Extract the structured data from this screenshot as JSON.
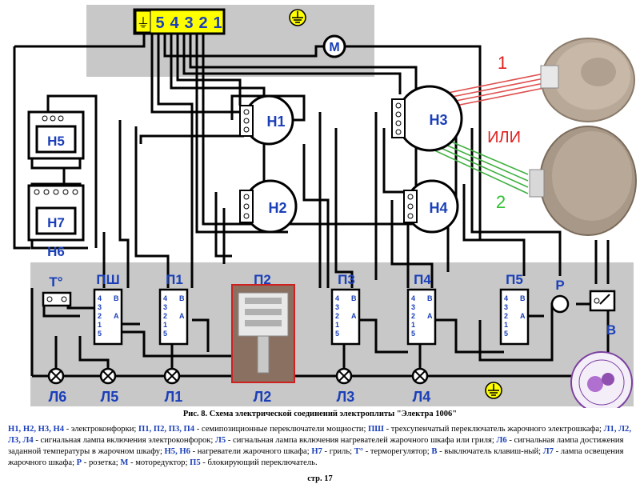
{
  "terminal_block": [
    "⏚",
    "5",
    "4",
    "3",
    "2",
    "1"
  ],
  "motor": "M",
  "burners": {
    "h1": "Н1",
    "h2": "Н2",
    "h3": "Н3",
    "h4": "Н4"
  },
  "oven": {
    "h5": "Н5",
    "h7": "Н7",
    "h6": "Н6"
  },
  "thermostat": "Т°",
  "switches": {
    "psh": "ПШ",
    "p1": "П1",
    "p2": "П2",
    "p3": "П3",
    "p4": "П4",
    "p5": "П5"
  },
  "contacts": {
    "four": "4",
    "three": "3",
    "two": "2",
    "one": "1",
    "five": "5",
    "b": "В",
    "a": "А"
  },
  "socket": "Р",
  "key_switch": "В",
  "lamps": {
    "l6": "Л6",
    "l5": "Л5",
    "l1": "Л1",
    "l2": "Л2",
    "l3": "Л3",
    "l4": "Л4"
  },
  "variant_1": "1",
  "variant_2": "2",
  "or_label": "ИЛИ",
  "caption": "Рис. 8. Схема электрической соединений электроплиты \"Электра 1006\"",
  "legend": [
    {
      "key": "Н1, Н2, Н3, Н4",
      "text": " - электроконфорки; "
    },
    {
      "key": "П1, П2, П3, П4",
      "text": " - семипозиционные переключатели мощности; "
    },
    {
      "key": "ПШ",
      "text": " - трехсупенчатый переключатель жарочного электрошкафа; "
    },
    {
      "key": "Л1, Л2, Л3, Л4",
      "text": " - сигнальная лампа включения электроконфорок; "
    },
    {
      "key": "Л5",
      "text": " - сигнальная лампа включения нагревателей жарочного шкафа или гриля; "
    },
    {
      "key": "Л6",
      "text": " - сигнальная лампа достижения заданной температуры в жарочном шкафу; "
    },
    {
      "key": "Н5, Н6",
      "text": " - нагреватели жарочного шкафа; "
    },
    {
      "key": "Н7",
      "text": " - гриль; "
    },
    {
      "key": "Т°",
      "text": " - терморегулятор; "
    },
    {
      "key": "В",
      "text": " - выключатель клавиш-ный; "
    },
    {
      "key": "Л7",
      "text": " - лампа освещения жарочного шкафа; "
    },
    {
      "key": "Р",
      "text": " - розетка; "
    },
    {
      "key": "М",
      "text": " - моторедуктор; "
    },
    {
      "key": "П5",
      "text": " - блокирующий переключатель."
    }
  ],
  "page_number": "стр. 17",
  "colors": {
    "panel": "#c8c8c8",
    "wire": "#000000",
    "label": "#1a3fb8",
    "red_wire": "#e05050",
    "green_wire": "#40b040",
    "variant1": "#e02020",
    "variant2": "#30c030",
    "p2_frame": "#d02020",
    "yellow": "#ffff00"
  }
}
